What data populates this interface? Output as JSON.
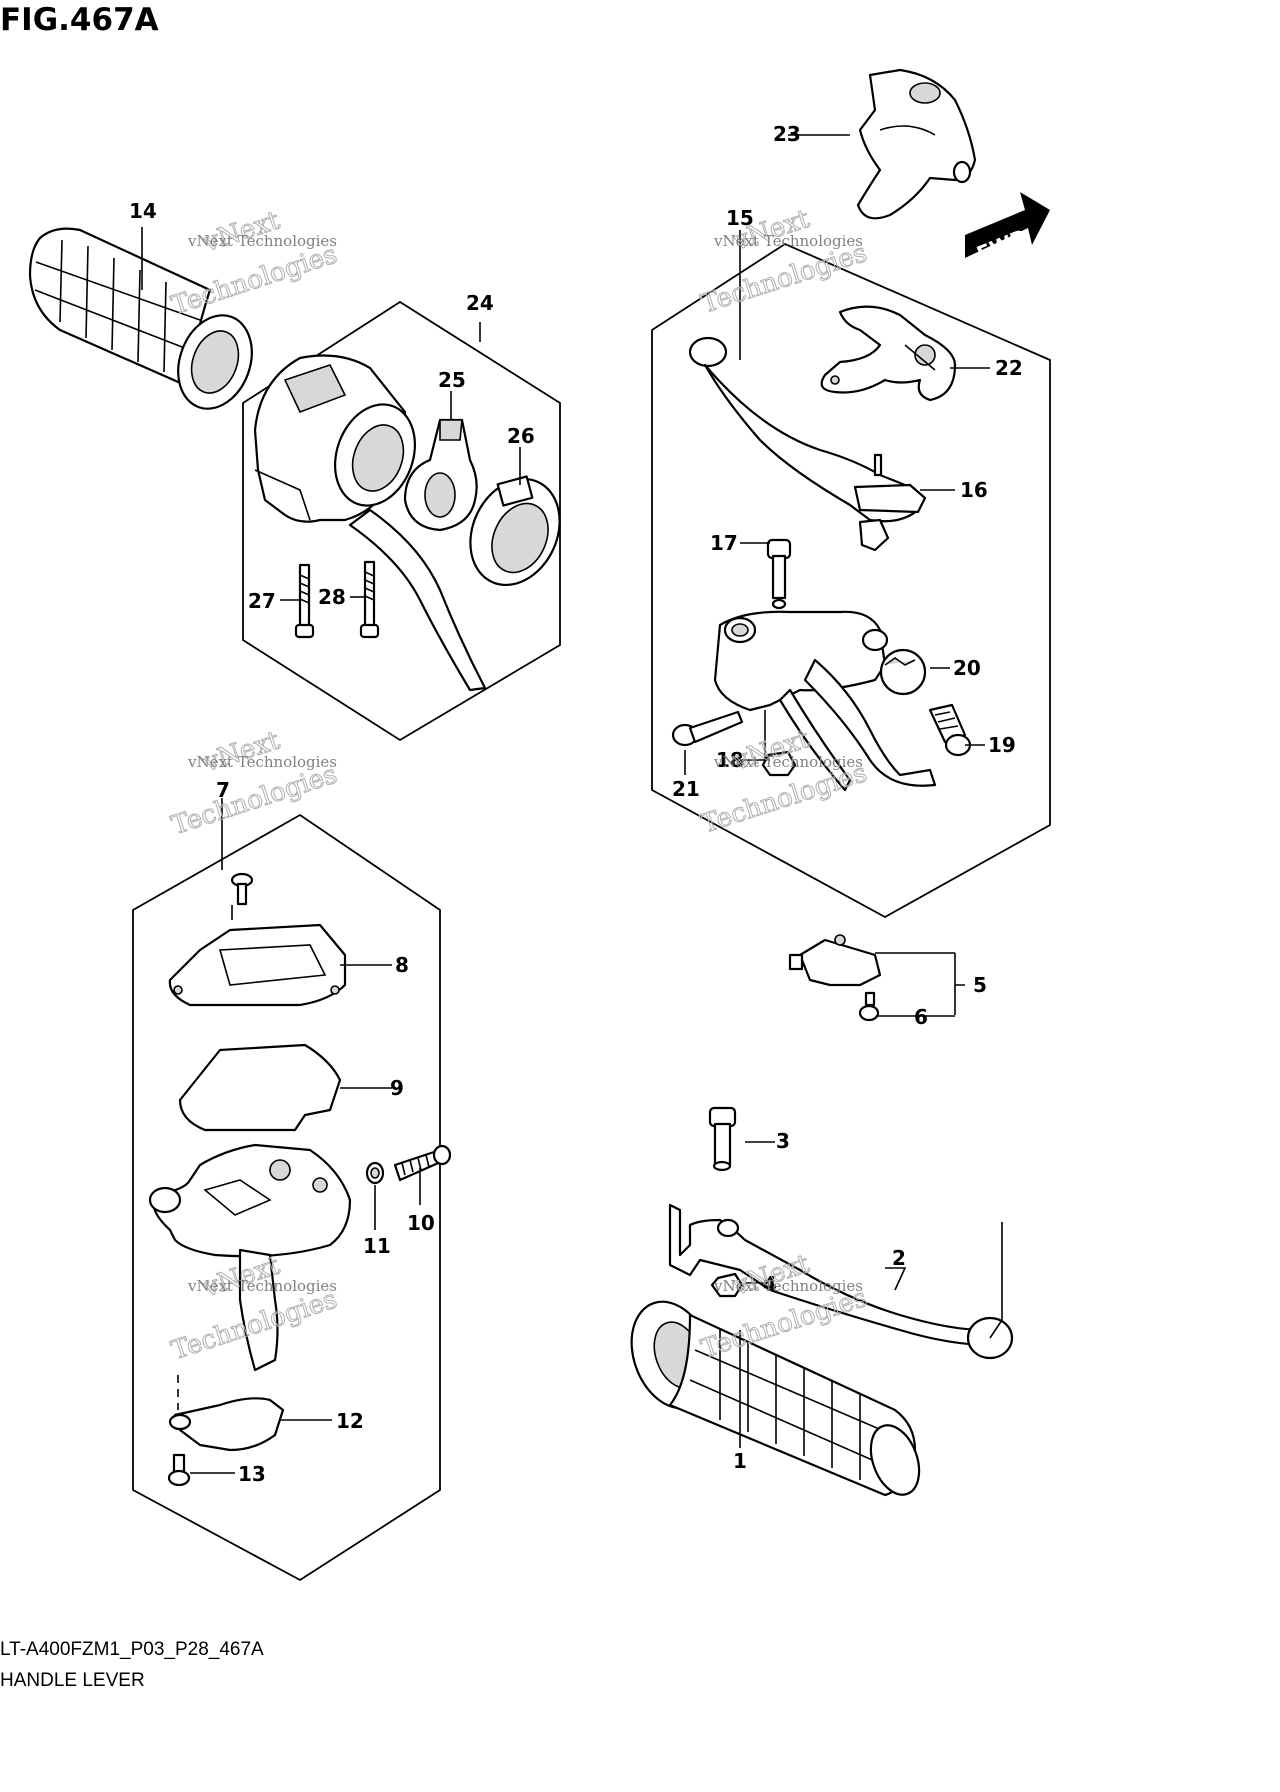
{
  "figure": {
    "title": "FIG.467A",
    "model_code": "LT-A400FZM1_P03_P28_467A",
    "caption": "HANDLE LEVER"
  },
  "direction_marker": "FWD",
  "watermark": {
    "line1": "vNext Technologies",
    "line2": "Technologies",
    "line3": "vNext"
  },
  "callouts": [
    "1",
    "2",
    "3",
    "4",
    "5",
    "6",
    "7",
    "8",
    "9",
    "10",
    "11",
    "12",
    "13",
    "14",
    "15",
    "16",
    "17",
    "18",
    "19",
    "20",
    "21",
    "22",
    "23",
    "24",
    "25",
    "26",
    "27",
    "28"
  ]
}
